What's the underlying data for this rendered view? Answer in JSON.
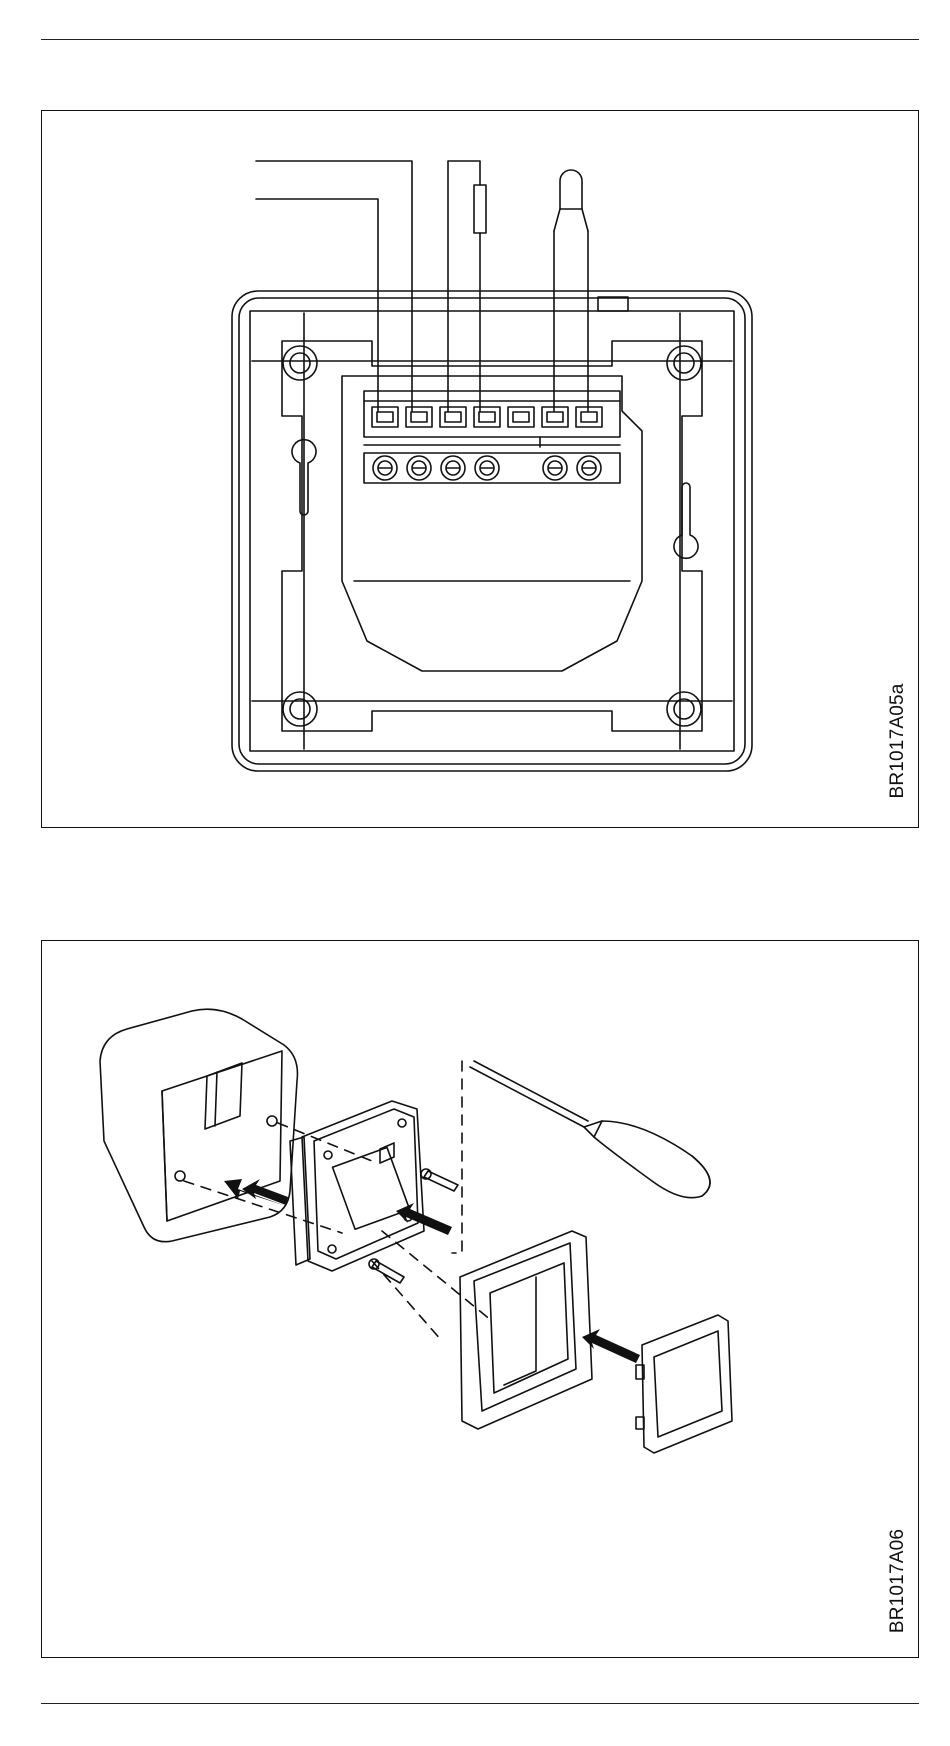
{
  "figures": [
    {
      "id": "wiring",
      "code": "BR1017A05a"
    },
    {
      "id": "assembly",
      "code": "BR1017A06"
    }
  ]
}
